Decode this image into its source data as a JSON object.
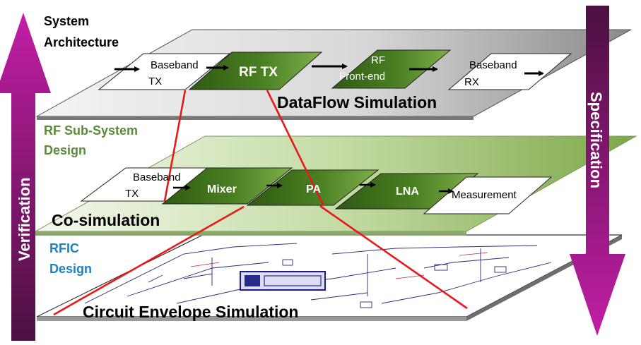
{
  "levels": {
    "system": {
      "label_line1": "System",
      "label_line2": "Architecture",
      "plane_title": "DataFlow Simulation"
    },
    "rf_subsystem": {
      "label_line1": "RF Sub-System",
      "label_line2": "Design",
      "plane_title": "Co-simulation"
    },
    "rfic": {
      "label_line1": "RFIC",
      "label_line2": "Design",
      "plane_title": "Circuit Envelope Simulation"
    }
  },
  "top_blocks": {
    "baseband_tx": {
      "line1": "Baseband",
      "line2": "TX"
    },
    "rf_tx": {
      "line1": "RF TX"
    },
    "rf_frontend": {
      "line1": "RF",
      "line2": "Front-end"
    },
    "baseband_rx": {
      "line1": "Baseband",
      "line2": "RX"
    }
  },
  "mid_blocks": {
    "baseband_tx": {
      "line1": "Baseband",
      "line2": "TX"
    },
    "mixer": {
      "line1": "Mixer"
    },
    "pa": {
      "line1": "PA"
    },
    "lna": {
      "line1": "LNA"
    },
    "measurement": {
      "line1": "Measurement"
    }
  },
  "side_arrows": {
    "left": {
      "label": "Verification"
    },
    "right": {
      "label": "Specification"
    }
  },
  "colors": {
    "arrow_purple": "#9b1f87",
    "arrow_dark": "#4b1040",
    "dark_green": "#3d6b1c",
    "light_green": "#a9c97a",
    "rf_label_green": "#5a8a3a",
    "rfic_label_blue": "#1e7fc0",
    "zoom_line_red": "#e81919"
  }
}
